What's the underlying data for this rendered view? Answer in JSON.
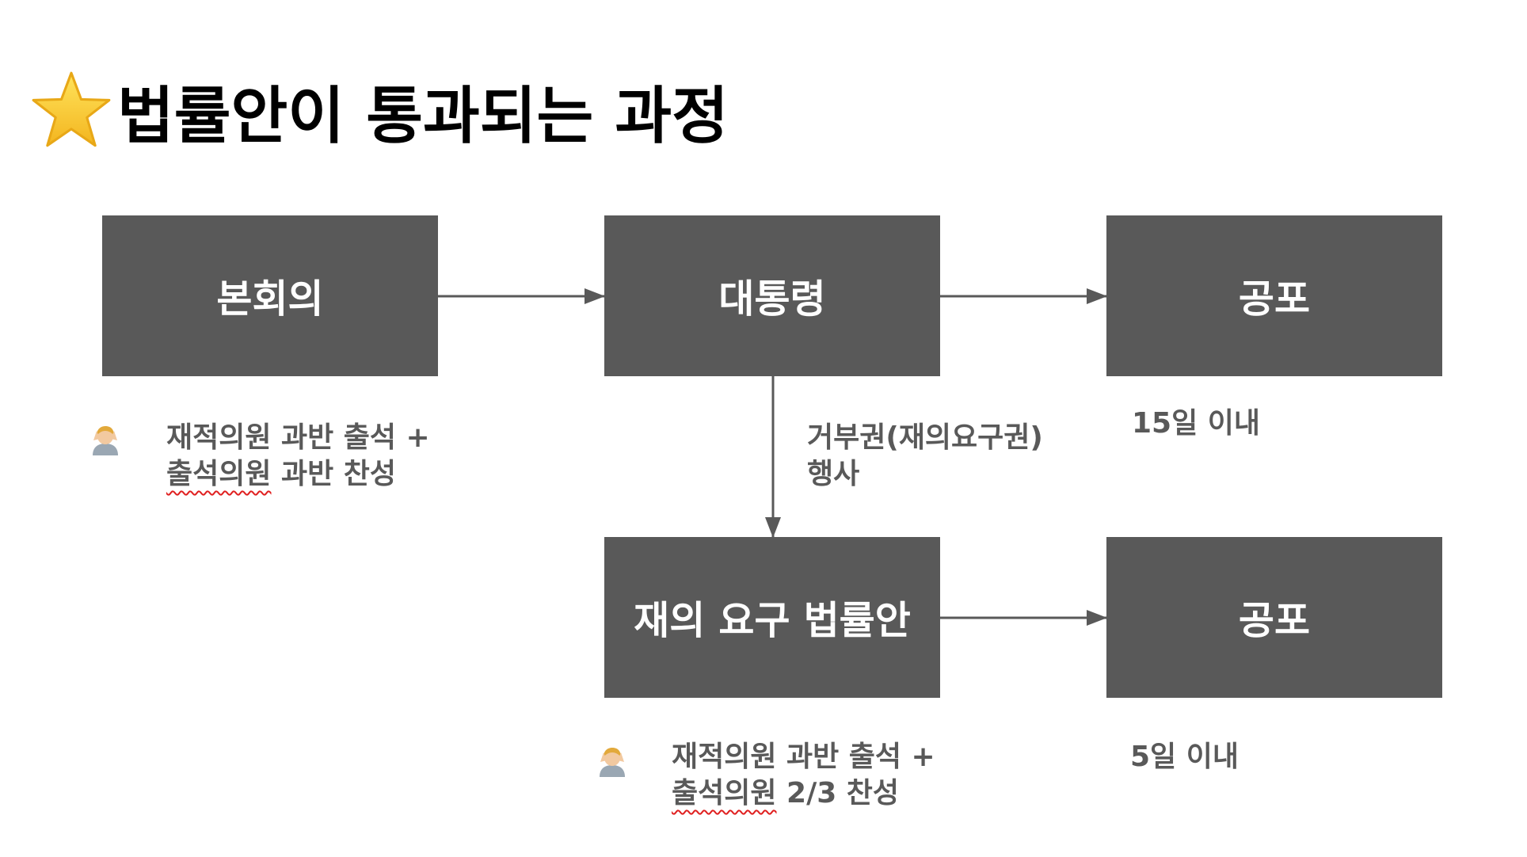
{
  "title": {
    "icon": "star-icon",
    "text": "법률안이 통과되는 과정"
  },
  "boxes": {
    "plenary": "본회의",
    "president": "대통령",
    "promulgation_1": "공포",
    "reconsideration_bill": "재의 요구 법률안",
    "promulgation_2": "공포"
  },
  "notes": {
    "plenary_quorum": {
      "icon": "person-icon",
      "line1": "재적의원 과반 출석 +",
      "line2_underlined": "출석의원",
      "line2_rest": " 과반 찬성"
    },
    "veto": {
      "line1": "거부권(재의요구권)",
      "line2": "행사"
    },
    "deadline_15": "15일 이내",
    "reconsider_quorum": {
      "icon": "person-icon",
      "line1": "재적의원 과반 출석 +",
      "line2_underlined": "출석의원",
      "line2_rest": " 2/3 찬성"
    },
    "deadline_5": "5일 이내"
  },
  "colors": {
    "box_fill": "#595959",
    "box_text": "#ffffff",
    "arrow": "#595959",
    "note_text": "#595959",
    "spellcheck_underline": "#e02020"
  }
}
